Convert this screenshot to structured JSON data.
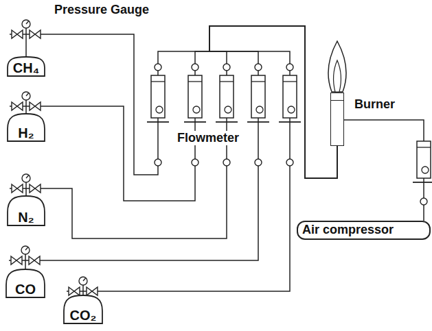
{
  "diagram": {
    "nodes": [
      {
        "text": [
          "CH₄"
        ]
      },
      {
        "text": [
          "H₂"
        ]
      },
      {
        "text": [
          "N₂"
        ]
      },
      {
        "text": [
          "CO"
        ]
      },
      {
        "text": [
          "CO₂"
        ]
      },
      {
        "text": [
          "Burner"
        ]
      },
      {
        "text": [
          "Air compressor"
        ]
      }
    ],
    "edges": [
      {
        "from": 0,
        "to": 5,
        "arrow": "none"
      },
      {
        "from": 1,
        "to": 5,
        "arrow": "none"
      },
      {
        "from": 2,
        "to": 5,
        "arrow": "none"
      },
      {
        "from": 3,
        "to": 5,
        "arrow": "none"
      },
      {
        "from": 4,
        "to": 5,
        "arrow": "none"
      },
      {
        "from": 6,
        "to": 5,
        "arrow": "none"
      }
    ],
    "labels": [
      "Pressure Gauge",
      "Flowmeter"
    ]
  }
}
